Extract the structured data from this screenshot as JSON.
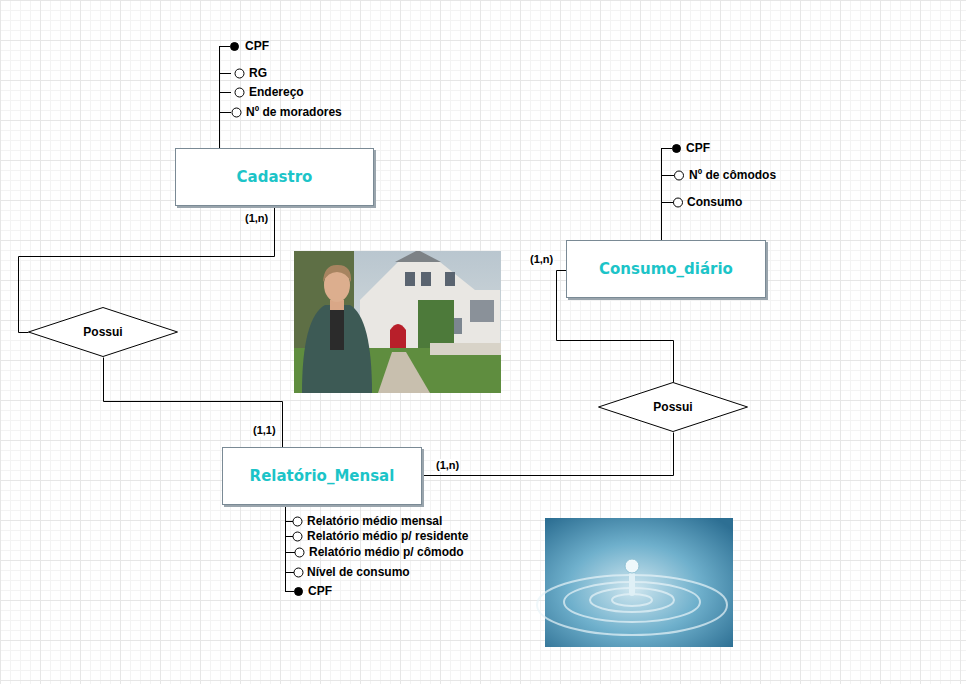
{
  "diagram": {
    "nodes": [
      {
        "text": [
          "Cadastro"
        ]
      },
      {
        "text": [
          "Consumo_diário"
        ]
      },
      {
        "text": [
          "Possui"
        ]
      },
      {
        "text": [
          "Possui"
        ]
      },
      {
        "text": [
          "Relatório_Mensal"
        ]
      }
    ],
    "edges": [
      {
        "from": 0,
        "to": 2,
        "arrow": "none",
        "label": "(1,n)"
      },
      {
        "from": 2,
        "to": 4,
        "arrow": "none",
        "label": "(1,1)"
      },
      {
        "from": 1,
        "to": 3,
        "arrow": "none",
        "label": "(1,n)"
      },
      {
        "from": 3,
        "to": 4,
        "arrow": "none",
        "label": "(1,n)"
      }
    ],
    "labels": [
      "CPF",
      "RG",
      "Endereço",
      "Nº de moradores",
      "CPF",
      "Nº de cômodos",
      "Consumo",
      "Relatório médio mensal",
      "Relatório médio p/ residente",
      "Relatório médio p/ cômodo",
      "Nível de consumo",
      "CPF"
    ]
  }
}
